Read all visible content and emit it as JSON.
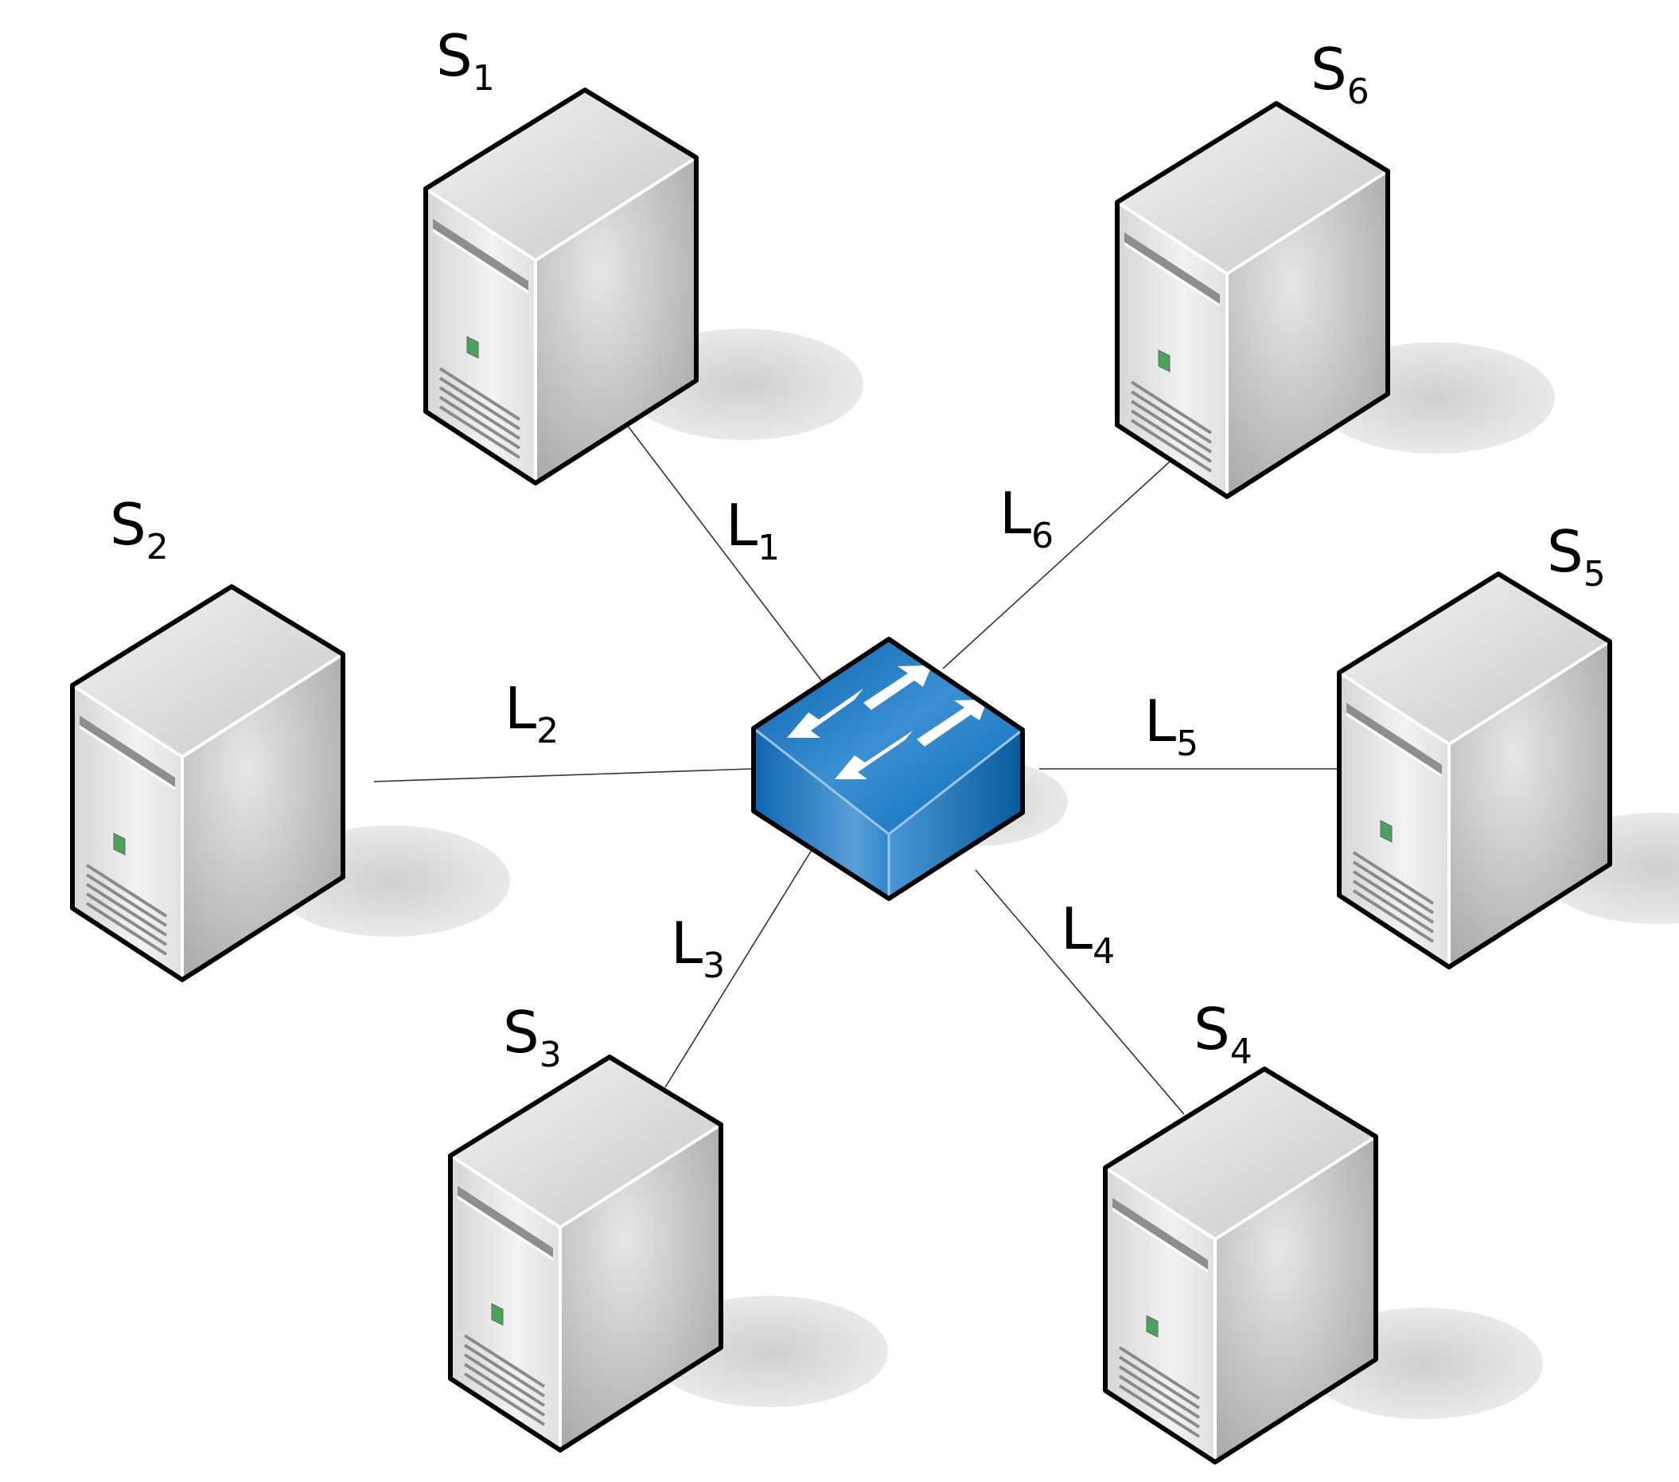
{
  "colors": {
    "background": "#ffffff",
    "server_light": "#ececec",
    "server_mid": "#c9c9c9",
    "server_dark": "#a8a8a8",
    "outline": "#000000",
    "led": "#4aa35a",
    "switch_blue": "#0b6eb8",
    "switch_blue_dark": "#075a97",
    "switch_blue_light": "#5c9fd6",
    "link": "#333333"
  },
  "hub": {
    "name": "switch",
    "icon": "network-switch-icon"
  },
  "servers": [
    {
      "id": "s1",
      "letter": "S",
      "index": "1",
      "icon": "server-tower-icon"
    },
    {
      "id": "s2",
      "letter": "S",
      "index": "2",
      "icon": "server-tower-icon"
    },
    {
      "id": "s3",
      "letter": "S",
      "index": "3",
      "icon": "server-tower-icon"
    },
    {
      "id": "s4",
      "letter": "S",
      "index": "4",
      "icon": "server-tower-icon"
    },
    {
      "id": "s5",
      "letter": "S",
      "index": "5",
      "icon": "server-tower-icon"
    },
    {
      "id": "s6",
      "letter": "S",
      "index": "6",
      "icon": "server-tower-icon"
    }
  ],
  "links": [
    {
      "id": "l1",
      "letter": "L",
      "index": "1",
      "from": "switch",
      "to": "s1"
    },
    {
      "id": "l2",
      "letter": "L",
      "index": "2",
      "from": "switch",
      "to": "s2"
    },
    {
      "id": "l3",
      "letter": "L",
      "index": "3",
      "from": "switch",
      "to": "s3"
    },
    {
      "id": "l4",
      "letter": "L",
      "index": "4",
      "from": "switch",
      "to": "s4"
    },
    {
      "id": "l5",
      "letter": "L",
      "index": "5",
      "from": "switch",
      "to": "s5"
    },
    {
      "id": "l6",
      "letter": "L",
      "index": "6",
      "from": "switch",
      "to": "s6"
    }
  ]
}
